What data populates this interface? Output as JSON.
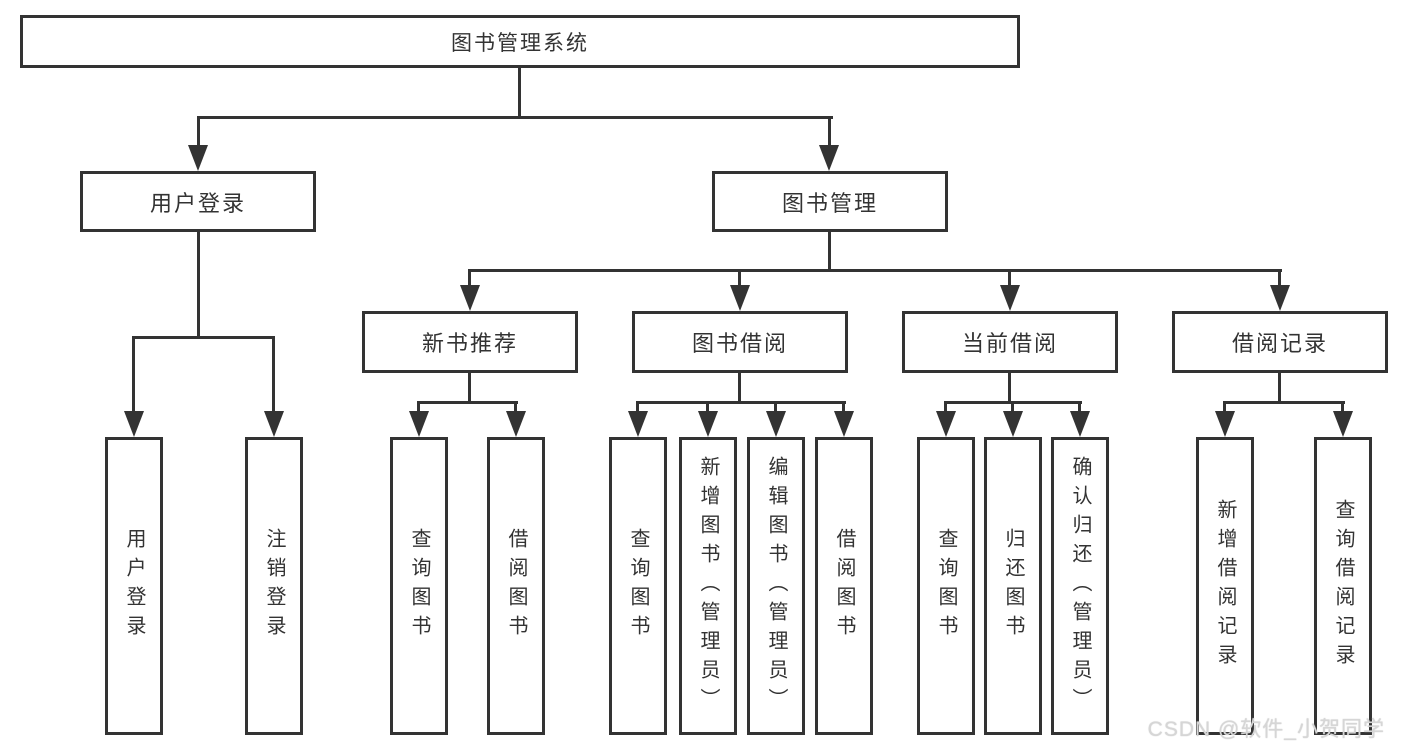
{
  "colors": {
    "line": "#333333",
    "text": "#333333",
    "bg": "#ffffff",
    "watermark": "#d6d6d6"
  },
  "root": "图书管理系统",
  "branches": [
    {
      "label": "用户登录",
      "leaves": [
        "用户登录",
        "注销登录"
      ]
    },
    {
      "label": "图书管理",
      "children": [
        {
          "label": "新书推荐",
          "leaves": [
            "查询图书",
            "借阅图书"
          ]
        },
        {
          "label": "图书借阅",
          "leaves": [
            "查询图书",
            "新增图书（管理员）",
            "编辑图书（管理员）",
            "借阅图书"
          ]
        },
        {
          "label": "当前借阅",
          "leaves": [
            "查询图书",
            "归还图书",
            "确认归还（管理员）"
          ]
        },
        {
          "label": "借阅记录",
          "leaves": [
            "新增借阅记录",
            "查询借阅记录"
          ]
        }
      ]
    }
  ],
  "watermark": "CSDN @软件_小贺同学"
}
